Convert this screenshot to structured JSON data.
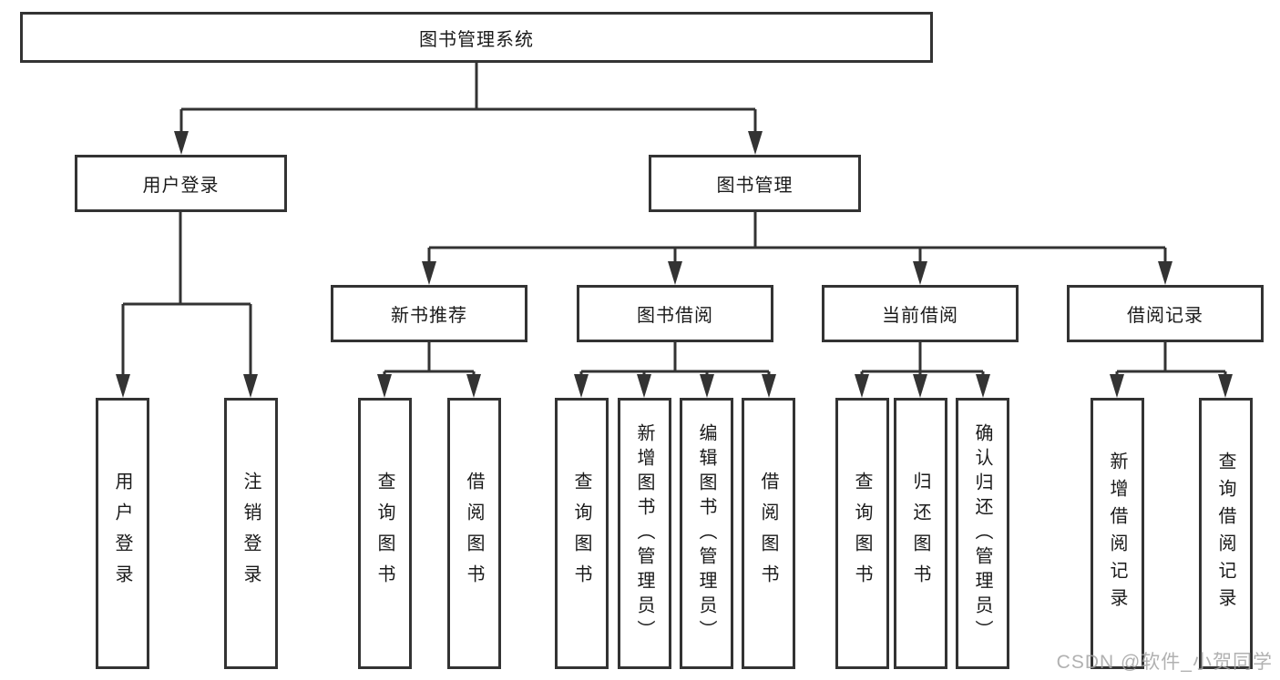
{
  "diagram": {
    "root": {
      "label": "图书管理系统"
    },
    "level2": [
      {
        "label": "用户登录",
        "children": [
          {
            "label": "用户登录"
          },
          {
            "label": "注销登录"
          }
        ]
      },
      {
        "label": "图书管理",
        "children": [
          {
            "label": "新书推荐",
            "children": [
              {
                "label": "查询图书"
              },
              {
                "label": "借阅图书"
              }
            ]
          },
          {
            "label": "图书借阅",
            "children": [
              {
                "label": "查询图书"
              },
              {
                "label": "新增图书（管理员）"
              },
              {
                "label": "编辑图书（管理员）"
              },
              {
                "label": "借阅图书"
              }
            ]
          },
          {
            "label": "当前借阅",
            "children": [
              {
                "label": "查询图书"
              },
              {
                "label": "归还图书"
              },
              {
                "label": "确认归还（管理员）"
              }
            ]
          },
          {
            "label": "借阅记录",
            "children": [
              {
                "label": "新增借阅记录"
              },
              {
                "label": "查询借阅记录"
              }
            ]
          }
        ]
      }
    ]
  },
  "colors": {
    "line": "#333333",
    "box_background": "#ffffff",
    "text": "#1a1a1a",
    "watermark": "#a3a3a3"
  },
  "watermark": {
    "text": "CSDN @软件_小贺同学"
  }
}
